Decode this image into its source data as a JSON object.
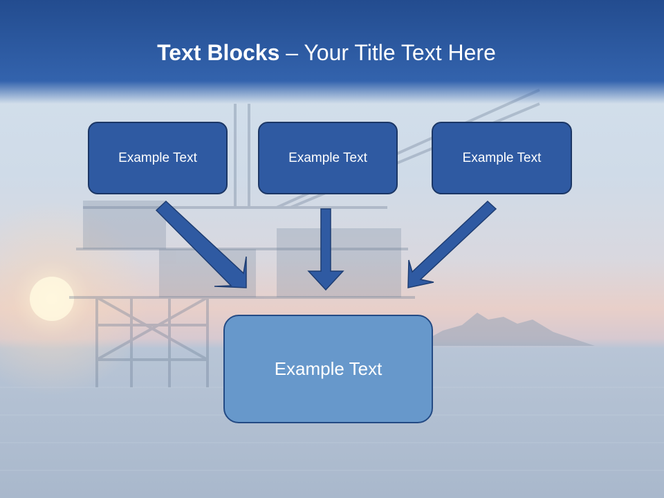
{
  "slide": {
    "title_bold": "Text Blocks",
    "title_dash": " – ",
    "title_rest": "Your Title Text Here"
  },
  "blocks": {
    "top": [
      "Example Text",
      "Example Text",
      "Example Text"
    ],
    "bottom": "Example Text"
  },
  "colors": {
    "title_bar": "#2f5aa2",
    "top_box": "#2f5aa2",
    "top_box_border": "#1b3665",
    "bottom_box": "#6798cb",
    "arrow": "#2f5aa2",
    "text": "#ffffff"
  }
}
